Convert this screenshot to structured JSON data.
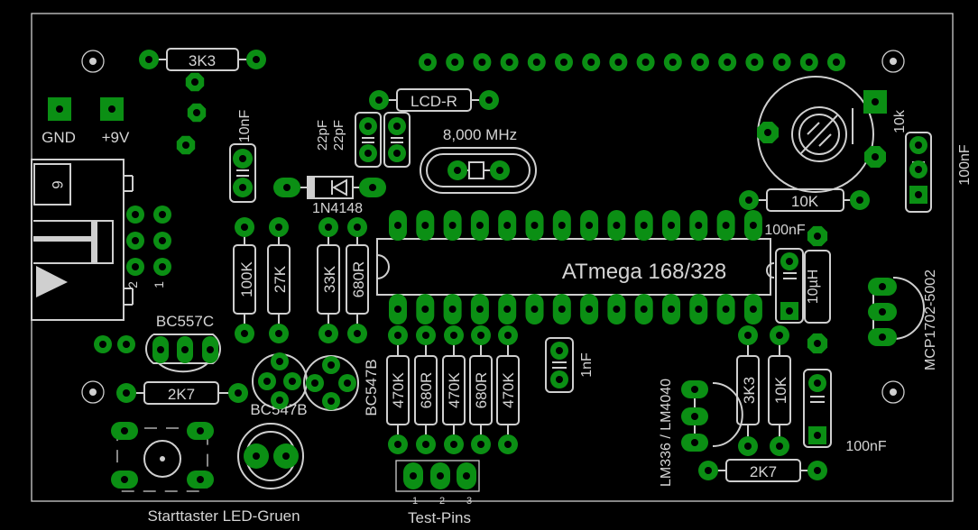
{
  "labels": {
    "r_3k3": "3K3",
    "gnd": "GND",
    "vplus": "+9V",
    "c_10nf": "10nF",
    "c_22pf_a": "22pF",
    "c_22pf_b": "22pF",
    "lcd_r": "LCD-R",
    "crystal": "8,000 MHz",
    "pot": "10k",
    "c_100nf_right": "100nF",
    "r_10k_top": "10K",
    "c_100nf_mid": "100nF",
    "diode": "1N4148",
    "connector_num": "6",
    "connector_pin2": "2",
    "connector_pin1": "1",
    "r_100k": "100K",
    "r_27k": "27K",
    "r_33k": "33K",
    "r_680r_a": "680R",
    "mcu": "ATmega 168/328",
    "inductor": "10µH",
    "regulator": "MCP1702-5002",
    "bc557": "BC557C",
    "bc547_left": "BC547B",
    "bc547_right": "BC547B",
    "r_470k_1": "470K",
    "r_680r_1": "680R",
    "r_470k_2": "470K",
    "r_680r_2": "680R",
    "r_470k_3": "470K",
    "c_1nf": "1nF",
    "ref_ic": "LM336 / LM4040",
    "r_3k3_b": "3K3",
    "r_10k_b": "10K",
    "c_100nf_bottom": "100nF",
    "r_2k7_a": "2K7",
    "r_2k7_b": "2K7",
    "button_led": "Starttaster LED-Gruen",
    "test_pins": "Test-Pins",
    "tp1": "1",
    "tp2": "2",
    "tp3": "3"
  },
  "colors": {
    "background": "#000000",
    "copper_pad": "#0b8f14",
    "silkscreen": "#cfcfcf"
  }
}
